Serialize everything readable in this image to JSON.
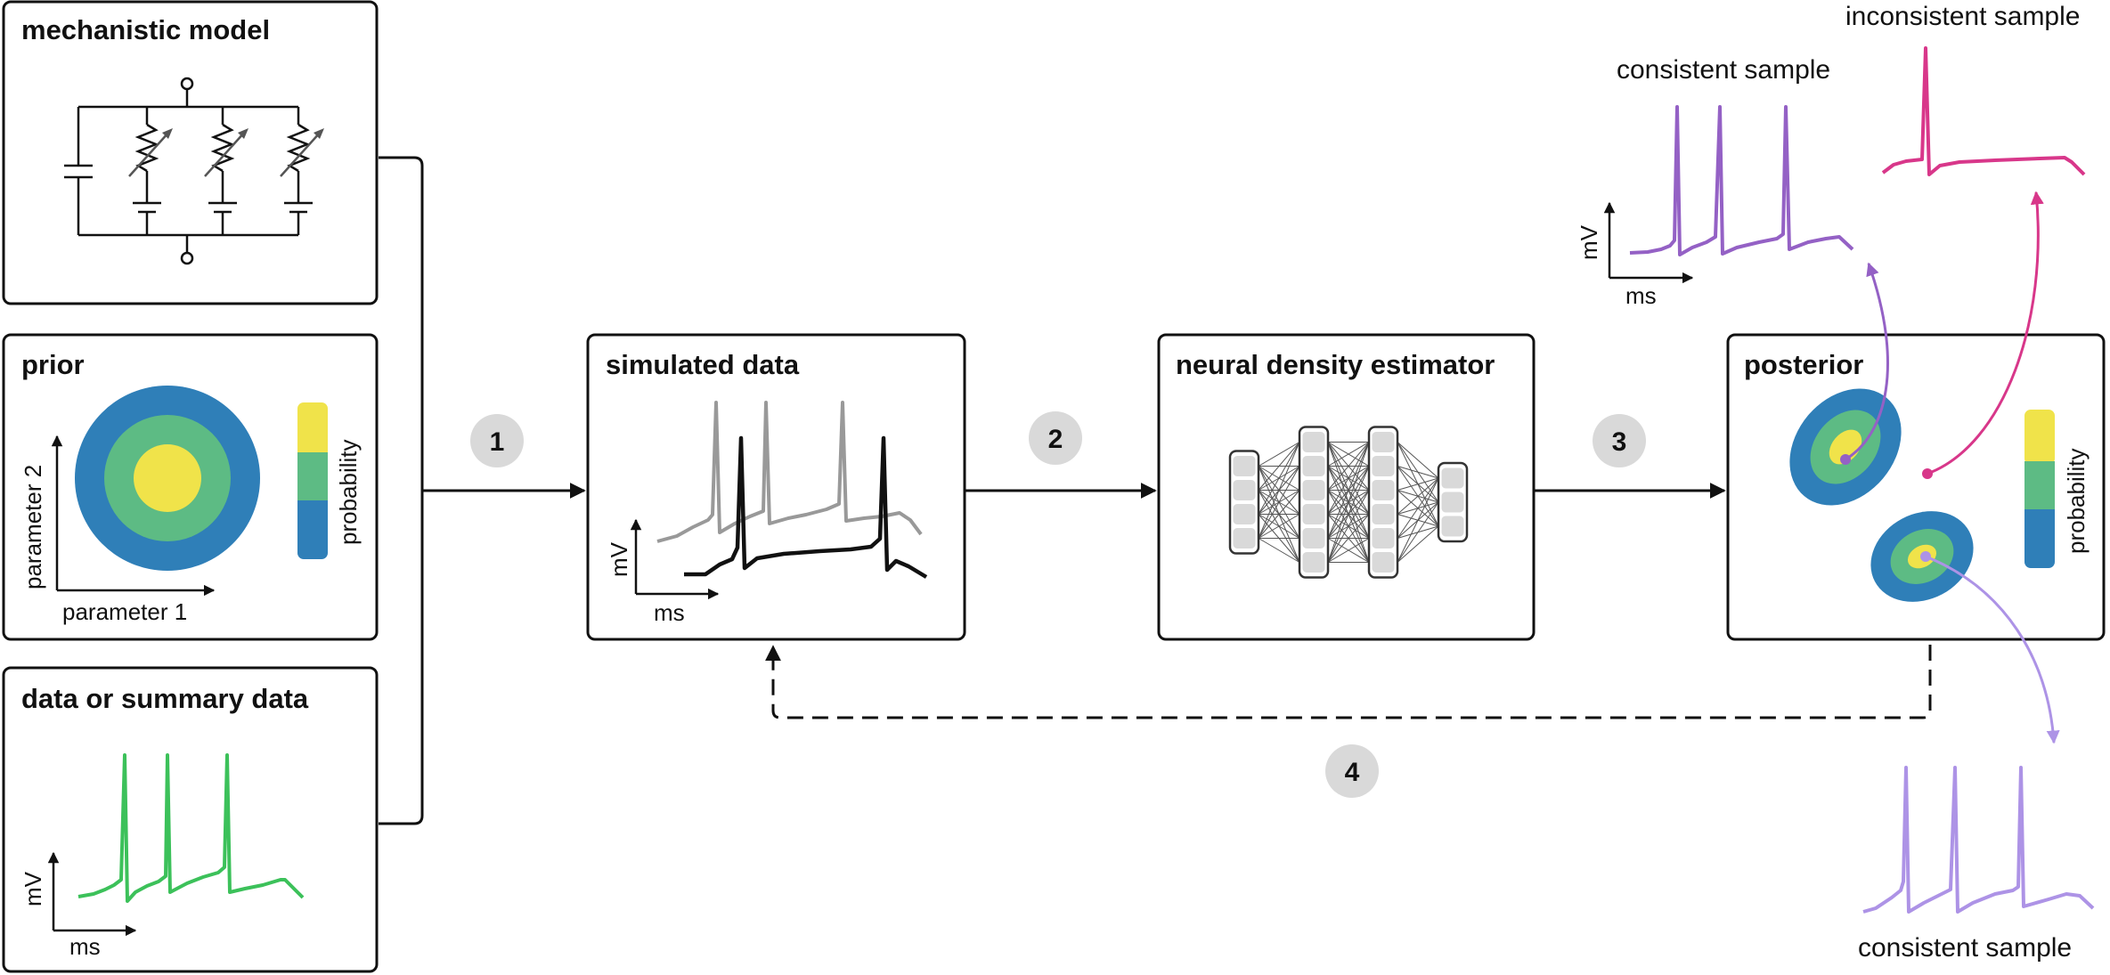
{
  "panels": {
    "mechanistic_model": {
      "title": "mechanistic model"
    },
    "prior": {
      "title": "prior",
      "x_axis_label": "parameter 1",
      "y_axis_label": "parameter 2",
      "colorbar_label": "probability"
    },
    "data": {
      "title": "data or summary data",
      "x_axis_label": "ms",
      "y_axis_label": "mV"
    },
    "simulated_data": {
      "title": "simulated data",
      "x_axis_label": "ms",
      "y_axis_label": "mV"
    },
    "neural_density_estimator": {
      "title": "neural density estimator"
    },
    "posterior": {
      "title": "posterior",
      "colorbar_label": "probability"
    }
  },
  "steps": [
    "1",
    "2",
    "3",
    "4"
  ],
  "samples": {
    "consistent_top": {
      "label": "consistent sample",
      "x_axis_label": "ms",
      "y_axis_label": "mV"
    },
    "inconsistent": {
      "label": "inconsistent sample"
    },
    "consistent_bottom": {
      "label": "consistent sample"
    }
  },
  "colors": {
    "blue": "#2f7fb8",
    "green": "#5dbb84",
    "yellow": "#f0e34a",
    "trace_green": "#3cc15a",
    "trace_purple": "#9461c5",
    "trace_magenta": "#d8378a",
    "trace_lavender": "#ad93e6",
    "trace_gray": "#999999",
    "step_badge": "#d9d9d9"
  }
}
